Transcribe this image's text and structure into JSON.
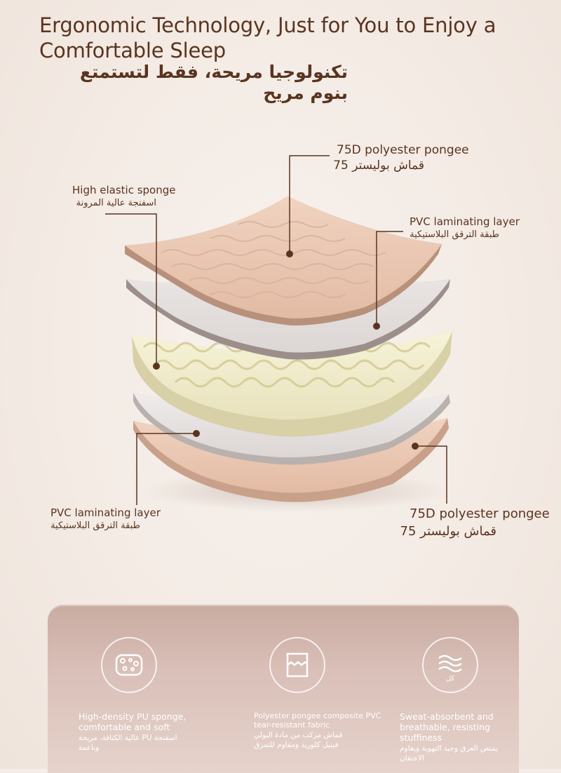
{
  "title": {
    "en": "Ergonomic Technology, Just for You to Enjoy a Comfortable Sleep",
    "ar": "تكنولوجيا مريحة، فقط لتستمتع بنوم مريح"
  },
  "layers": {
    "top_pongee": {
      "en": "75D polyester pongee",
      "ar": "قماش بوليستر 75"
    },
    "sponge": {
      "en": "High elastic sponge",
      "ar": "اسفنجة عالية المرونة"
    },
    "pvc_upper": {
      "en": "PVC laminating layer",
      "ar": "طبقة الترقق البلاستيكية"
    },
    "pvc_lower": {
      "en": "PVC laminating layer",
      "ar": "طبقة الترقق البلاستيكية"
    },
    "bottom_pongee": {
      "en": "75D polyester pongee",
      "ar": "قماش بوليستر 75"
    }
  },
  "features": [
    {
      "icon": "sponge-icon",
      "en": "High-density PU sponge, comfortable and soft",
      "ar": "اسفنجة PU عالية الكثافة، مريحة وناعمة"
    },
    {
      "icon": "fabric-icon",
      "en": "Polyester pongee composite PVC tear-resistant fabric",
      "ar": "قماش مركب من مادة البولي فينيل كلوريد ومقاوم للتمزق"
    },
    {
      "icon": "airflow-icon",
      "icon_text": "كل",
      "en": "Sweat-absorbent and breathable, resisting stuffiness",
      "ar": "يمتص العرق وجيد التهوية ويقاوم الاحتقان"
    }
  ],
  "colors": {
    "text_brown": "#5a3420",
    "pongee": "#e8c4ae",
    "sponge": "#f1edcc",
    "pvc": "#e7e2e1",
    "panel": "#d4b7ae"
  }
}
